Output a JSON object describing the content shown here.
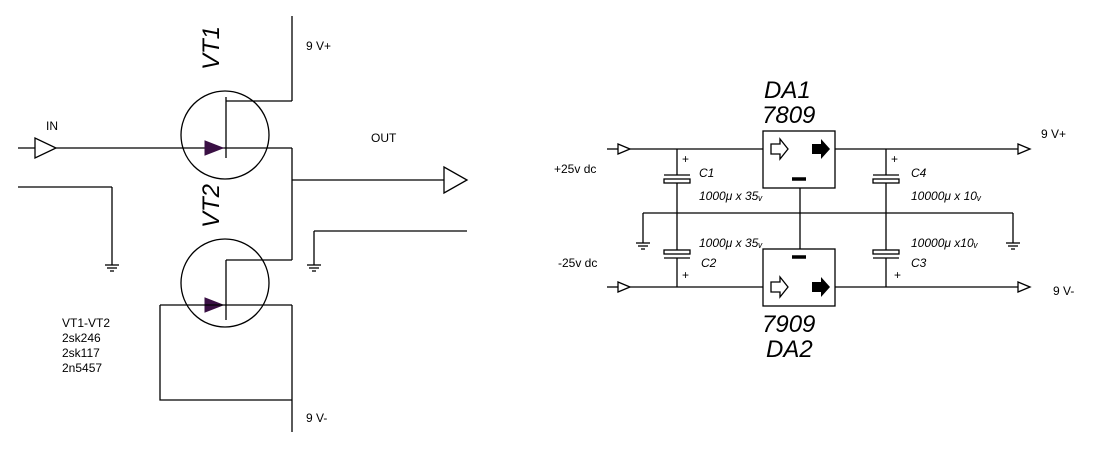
{
  "amplifier": {
    "vt1_label": "VT1",
    "vt2_label": "VT2",
    "in_label": "IN",
    "out_label": "OUT",
    "vplus_label": "9  V+",
    "vminus_label": "9  V-",
    "parts_list": [
      "VT1-VT2",
      "2sk246",
      "2sk117",
      "2n5457"
    ]
  },
  "psu": {
    "da1_name": "DA1",
    "da1_part": "7809",
    "da2_name": "DA2",
    "da2_part": "7909",
    "pos_in_label": "+25v dc",
    "neg_in_label": "-25v dc",
    "pos_out_label": "9  V+",
    "neg_out_label": "9  V-",
    "c1": {
      "name": "C1",
      "value": "1000μ x 35ᵥ"
    },
    "c2": {
      "name": "C2",
      "value": "1000μ x 35ᵥ"
    },
    "c3": {
      "name": "C3",
      "value": "10000μ x10ᵥ"
    },
    "c4": {
      "name": "C4",
      "value": "10000μ x 10ᵥ"
    },
    "plus_sign": "+"
  }
}
